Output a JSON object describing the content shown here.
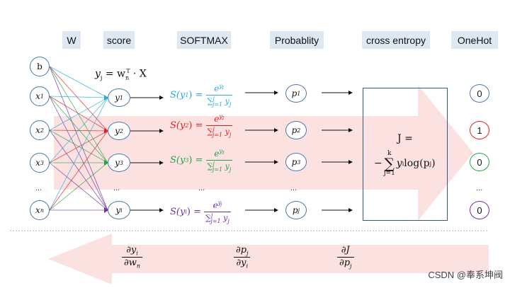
{
  "headers": {
    "w": "W",
    "score": "score",
    "softmax": "SOFTMAX",
    "probability": "Probablity",
    "cross_entropy": "cross entropy",
    "onehot": "OneHot"
  },
  "score_formula": {
    "lhs": "y",
    "lhs_sub": "j",
    "eq": " = w",
    "w_sub": "n",
    "w_sup": "T",
    "rest": " · X"
  },
  "inputs": {
    "bias": "b",
    "x1": "1",
    "x2": "2",
    "x3": "3",
    "xn": "n",
    "base": "x"
  },
  "outputs": {
    "y1": "1",
    "y2": "2",
    "y3": "3",
    "yi": "i",
    "base": "y"
  },
  "softmax": [
    {
      "fn": "S(y",
      "sub": "1",
      "close": ") =",
      "num_sup": "y",
      "num_sub": "1",
      "den": "∑",
      "den_sup": "j",
      "den_sub": "j=1",
      "den_tail": "y",
      "den_tail_sub": "j",
      "color": "#2aa9d8"
    },
    {
      "fn": "S(y",
      "sub": "2",
      "close": ") =",
      "num_sup": "y",
      "num_sub": "2",
      "den": "∑",
      "den_sup": "j",
      "den_sub": "j=1",
      "den_tail": "y",
      "den_tail_sub": "j",
      "color": "#e02020"
    },
    {
      "fn": "S(y",
      "sub": "3",
      "close": ") =",
      "num_sup": "y",
      "num_sub": "3",
      "den": "∑",
      "den_sup": "j",
      "den_sub": "j=1",
      "den_tail": "y",
      "den_tail_sub": "j",
      "color": "#22a34a"
    },
    {
      "fn": "S(y",
      "sub": "i",
      "close": ") =",
      "num_sup": "y",
      "num_sub": "j",
      "den": "∑",
      "den_sup": "j",
      "den_sub": "j=1",
      "den_tail": "y",
      "den_tail_sub": "j",
      "color": "#7030a0"
    }
  ],
  "probabilities": {
    "base": "p",
    "p1": "1",
    "p2": "2",
    "p3": "3",
    "pj": "j"
  },
  "cross_entropy": {
    "lhs": "J =",
    "minus": "−",
    "sigma": "∑",
    "upper": "k",
    "lower": "j=1",
    "body": "y",
    "body_sub": "i",
    "log": "log(p",
    "log_sub": "j",
    "log_close": ")"
  },
  "onehot": [
    "0",
    "1",
    "0",
    "0"
  ],
  "ellipsis": "...",
  "gradients": [
    {
      "num": "∂y",
      "num_sub": "i",
      "den": "∂w",
      "den_sub": "n"
    },
    {
      "num": "∂p",
      "num_sub": "j",
      "den": "∂y",
      "den_sub": "i"
    },
    {
      "num": "∂J",
      "num_sub": "",
      "den": "∂p",
      "den_sub": "j"
    }
  ],
  "watermark": "CSDN @奉系坤阀",
  "colors": {
    "forward_arrow": "#fadbdb",
    "backward_arrow": "#fadbdb",
    "node_border": "#4a77a8",
    "y1": "#2aa9d8",
    "y2": "#e02020",
    "y3": "#22a34a",
    "yi": "#7030a0",
    "header_bg": "#dde8f3"
  }
}
